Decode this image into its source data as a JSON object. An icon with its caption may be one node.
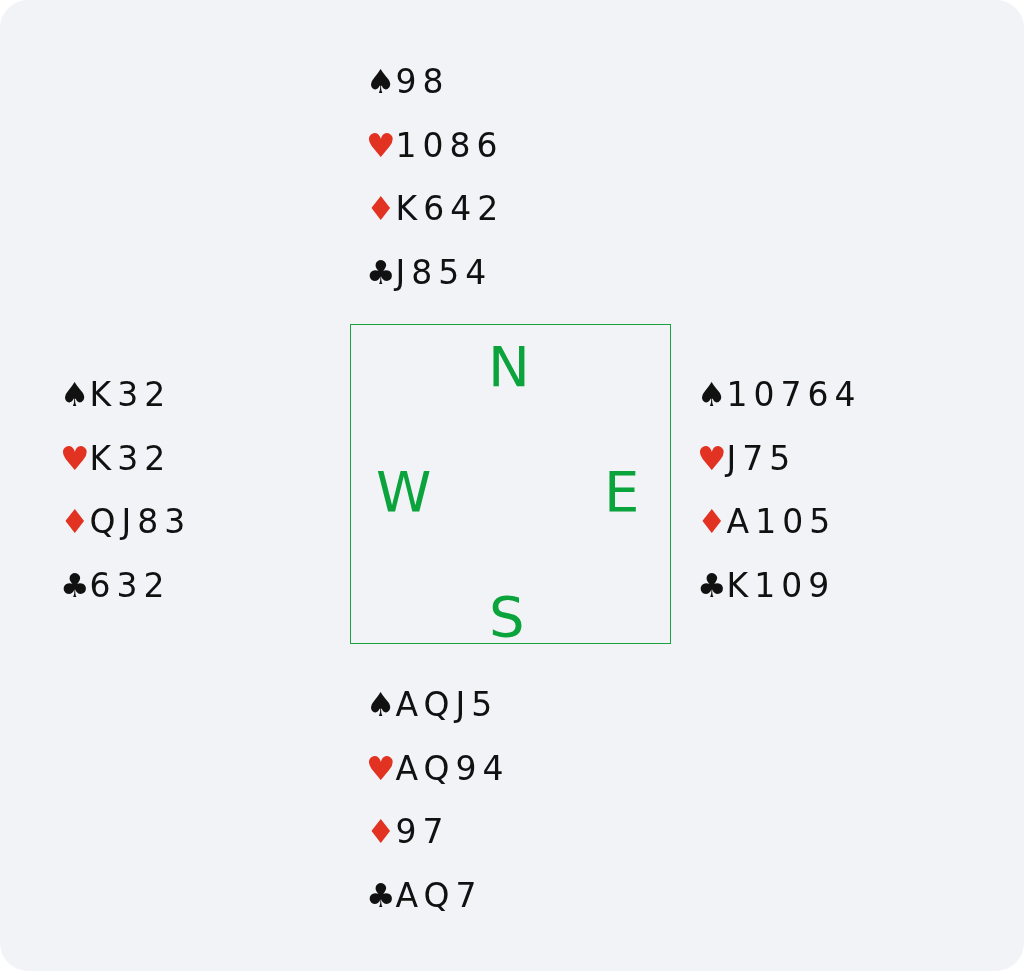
{
  "diagram": {
    "nodes": [
      {
        "text": [
          "N",
          "W",
          "E",
          "S"
        ]
      }
    ],
    "labels": [
      "♠98",
      "♥1086",
      "♦K642",
      "♣J854",
      "♠K32",
      "♥K32",
      "♦QJ83",
      "♣632",
      "♠10764",
      "♥J75",
      "♦A105",
      "♣K109",
      "♠AQJ5",
      "♥AQ94",
      "♦97",
      "♣AQ7"
    ]
  }
}
